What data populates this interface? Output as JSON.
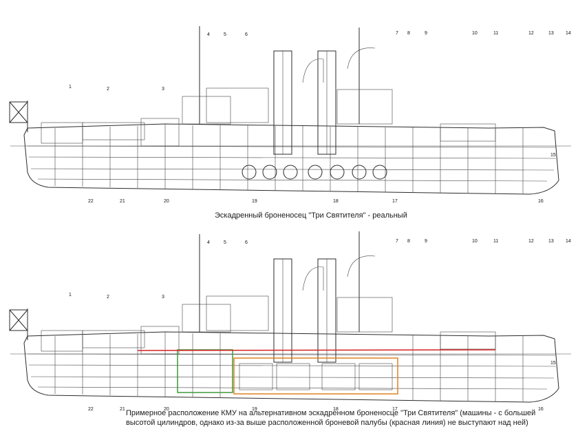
{
  "captions": {
    "top": "Эскадренный броненосец \"Три Святителя\" - реальный",
    "bottom_line1": "Примерное расположение КМУ на альтернативном эскадренном броненосце \"Три Святителя\" (машины - с большей",
    "bottom_line2": "высотой цилиндров, однако из-за выше расположенной броневой палубы (красная линия) не выступают над ней)"
  },
  "callout_numbers": [
    "1",
    "2",
    "3",
    "4",
    "5",
    "6",
    "7",
    "8",
    "9",
    "10",
    "11",
    "12",
    "13",
    "14",
    "15",
    "16",
    "17",
    "18",
    "19",
    "20",
    "21",
    "22"
  ],
  "colors": {
    "armor_deck_line": "#d42020",
    "machinery_box": "#3a9a3a",
    "boiler_box": "#e08020",
    "drawing_ink": "#2a2a2a"
  }
}
